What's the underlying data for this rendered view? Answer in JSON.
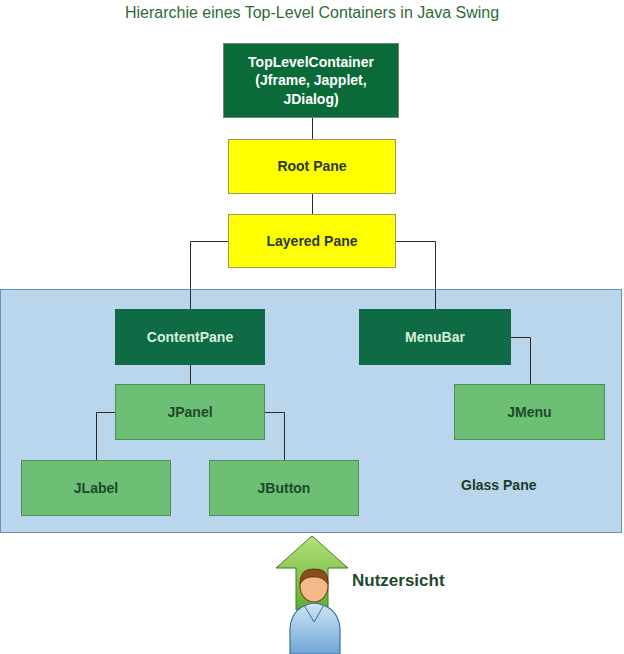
{
  "diagram": {
    "title": "Hierarchie eines Top-Level Containers in Java Swing",
    "nodes": [
      {
        "text": [
          "TopLevelContainer (Jframe, Japplet, JDialog)"
        ]
      },
      {
        "text": [
          "Root Pane"
        ]
      },
      {
        "text": [
          "Layered Pane"
        ]
      },
      {
        "text": [
          "Glass Pane"
        ]
      },
      {
        "text": [
          "ContentPane"
        ],
        "in": 3
      },
      {
        "text": [
          "MenuBar"
        ],
        "in": 3
      },
      {
        "text": [
          "JPanel"
        ],
        "in": 3
      },
      {
        "text": [
          "JMenu"
        ],
        "in": 3
      },
      {
        "text": [
          "JLabel"
        ],
        "in": 3
      },
      {
        "text": [
          "JButton"
        ],
        "in": 3
      }
    ],
    "edges": [
      {
        "from": 0,
        "to": 1,
        "arrow": "none"
      },
      {
        "from": 1,
        "to": 2,
        "arrow": "none"
      },
      {
        "from": 2,
        "to": 4,
        "arrow": "none"
      },
      {
        "from": 2,
        "to": 5,
        "arrow": "none"
      },
      {
        "from": 4,
        "to": 6,
        "arrow": "none"
      },
      {
        "from": 5,
        "to": 7,
        "arrow": "none"
      },
      {
        "from": 6,
        "to": 8,
        "arrow": "none"
      },
      {
        "from": 6,
        "to": 9,
        "arrow": "none"
      }
    ],
    "labels": [
      "Nutzersicht"
    ]
  }
}
